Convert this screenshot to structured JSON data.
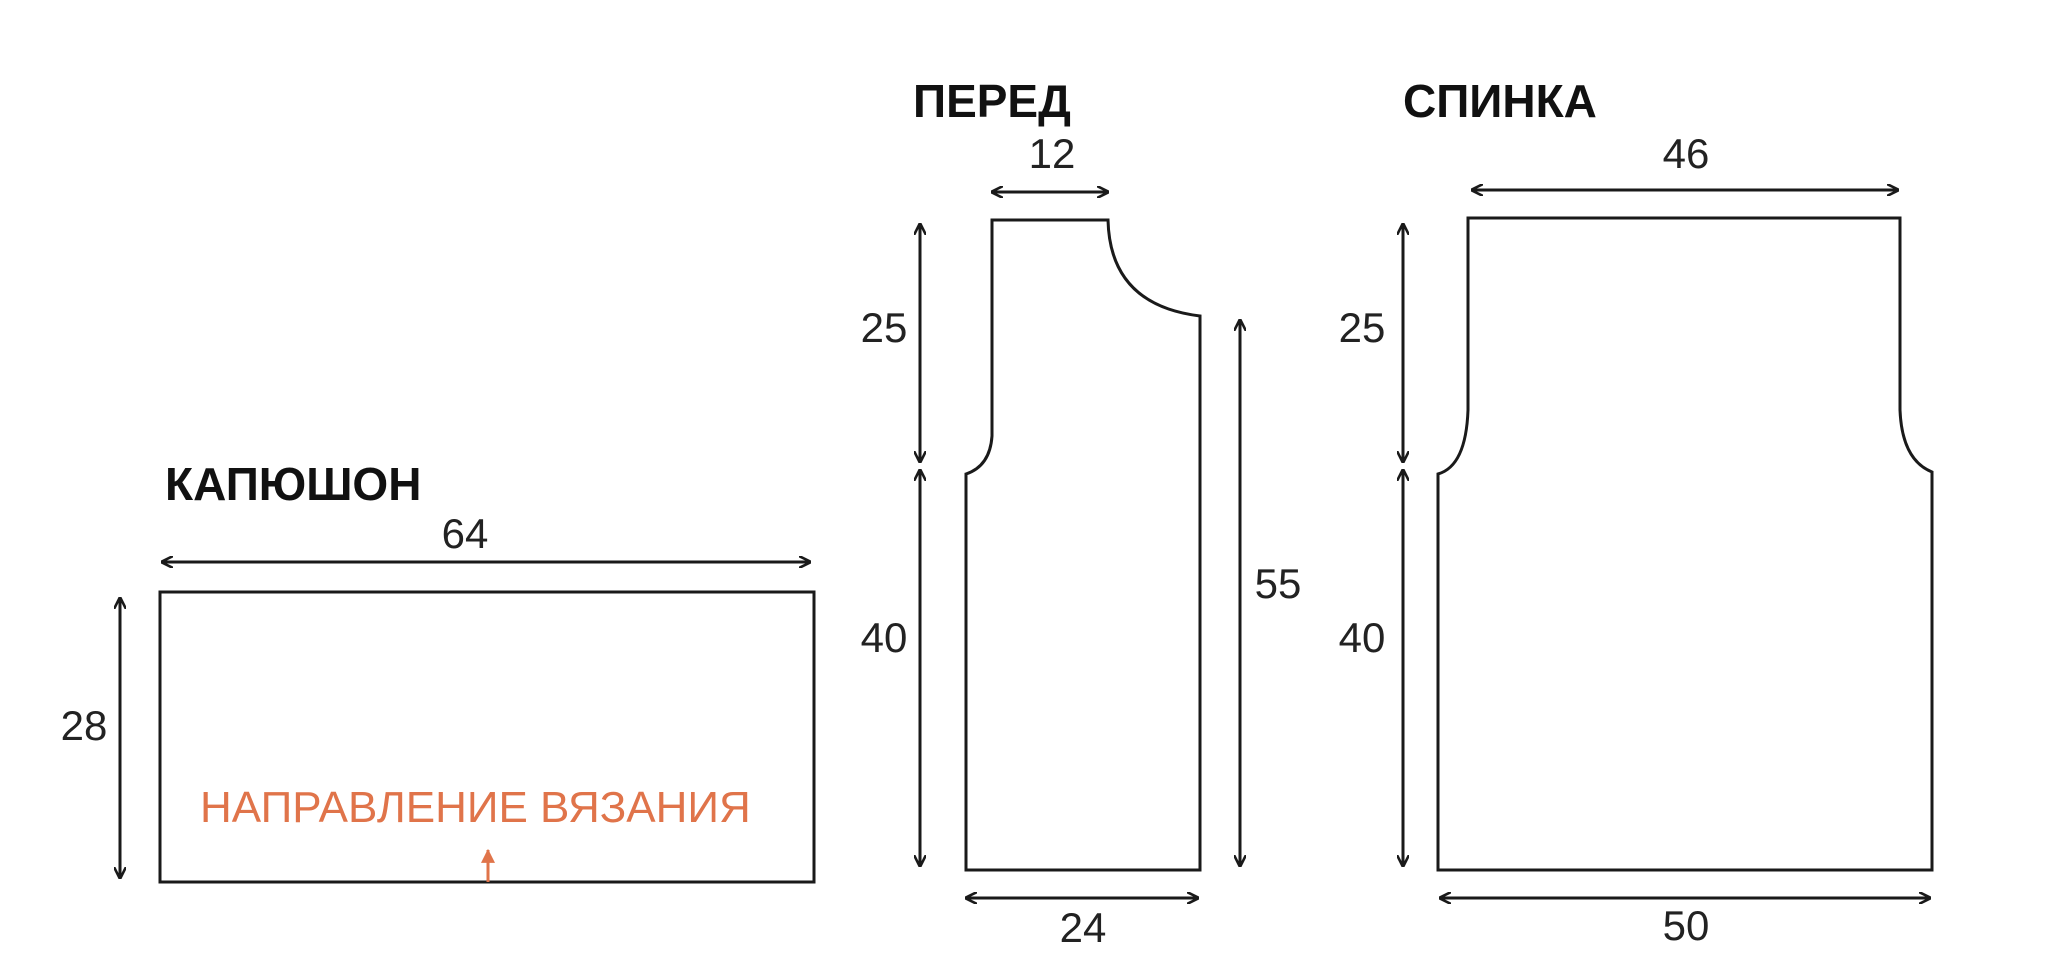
{
  "colors": {
    "ink": "#1a1a1a",
    "accent": "#e0744a",
    "background": "#ffffff"
  },
  "hood": {
    "title": "КАПЮШОН",
    "width": "64",
    "height": "28",
    "note": "НАПРАВЛЕНИЕ ВЯЗАНИЯ",
    "note_icon": "arrow-up-icon"
  },
  "front": {
    "title": "ПЕРЕД",
    "shoulder": "12",
    "armhole": "25",
    "body": "40",
    "side": "55",
    "bottom": "24"
  },
  "back": {
    "title": "СПИНКА",
    "top": "46",
    "armhole": "25",
    "body": "40",
    "bottom": "50"
  }
}
